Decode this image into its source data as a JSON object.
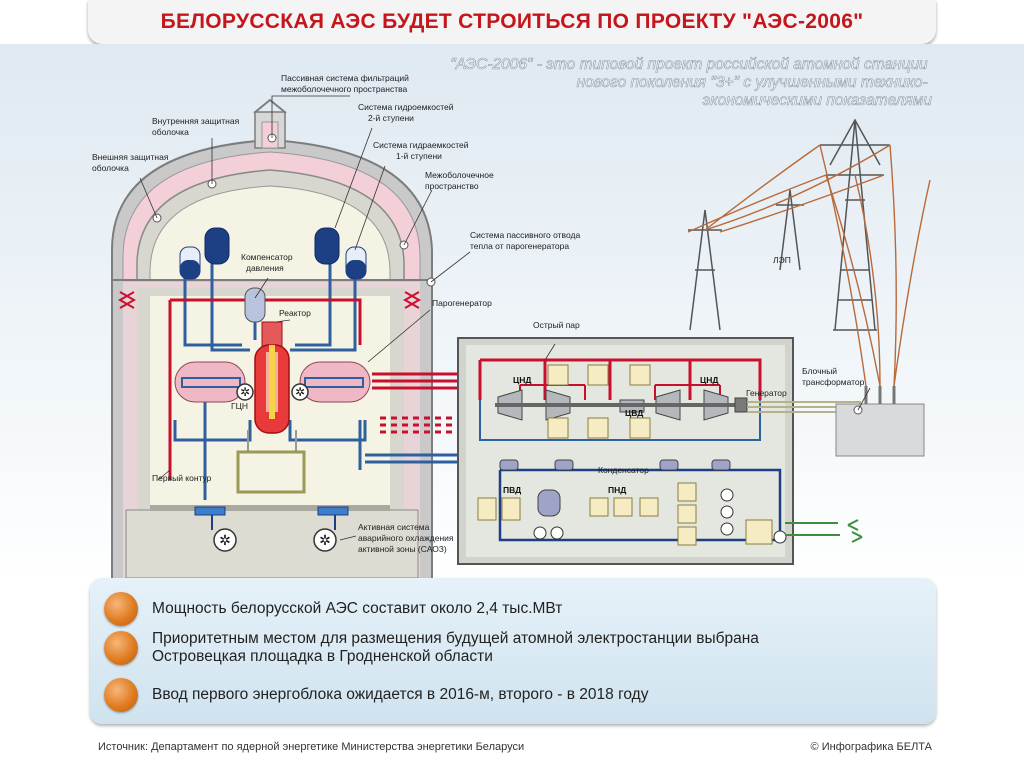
{
  "title": "БЕЛОРУССКАЯ АЭС БУДЕТ СТРОИТЬСЯ ПО ПРОЕКТУ \"АЭС-2006\"",
  "intro_lines": [
    "\"АЭС-2006\" - это типовой проект российской атомной станции",
    "нового поколения \"3+\" с улучшенными технико-",
    "экономическими показателями"
  ],
  "labels": {
    "passive_filter": [
      "Пассивная система фильтраций",
      "межоболочечного пространства"
    ],
    "inner_shell": [
      "Внутренняя защитная",
      "оболочка"
    ],
    "outer_shell": [
      "Внешняя защитная",
      "оболочка"
    ],
    "hydro_2": [
      "Система гидроемкостей",
      "2-й ступени"
    ],
    "hydro_1": [
      "Система гидраемкостей",
      "1-й ступени"
    ],
    "interspace": [
      "Межоболочечное",
      "пространство"
    ],
    "passive_heat": [
      "Система пассивного отвода",
      "тепла от парогенератора"
    ],
    "pressurizer": [
      "Компенсатор",
      "давления"
    ],
    "reactor": "Реактор",
    "steam_generator": "Парогенератор",
    "live_steam": "Острый пар",
    "gcn": "ГЦН",
    "primary_loop": "Первый контур",
    "emergency_cooling": [
      "Активная система",
      "аварийного охлаждения",
      "активной зоны (САОЗ)"
    ],
    "lpc_left": "ЦНД",
    "lpc_right": "ЦНД",
    "hpc": "ЦВД",
    "generator": "Генератор",
    "condenser": "Конденсатор",
    "hph": "ПВД",
    "lph": "ПНД",
    "transformer": [
      "Блочный",
      "трансформатор"
    ],
    "power_line": "ЛЭП"
  },
  "facts": [
    "Мощность белорусской АЭС составит около 2,4 тыс.МВт",
    "Приоритетным местом для размещения будущей атомной электростанции выбрана\nОстровецкая площадка в Гродненской области",
    "Ввод первого энергоблока ожидается в 2016-м, второго - в 2018 году"
  ],
  "footer": {
    "source": "Источник: Департамент по ядерной энергетике Министерства энергетики Беларуси",
    "credit": "© Инфографика БЕЛТА"
  },
  "colors": {
    "title": "#c4161c",
    "hot_loop": "#c8102e",
    "cold_loop": "#2e5f9e",
    "accent_orange": "#e07c22"
  }
}
